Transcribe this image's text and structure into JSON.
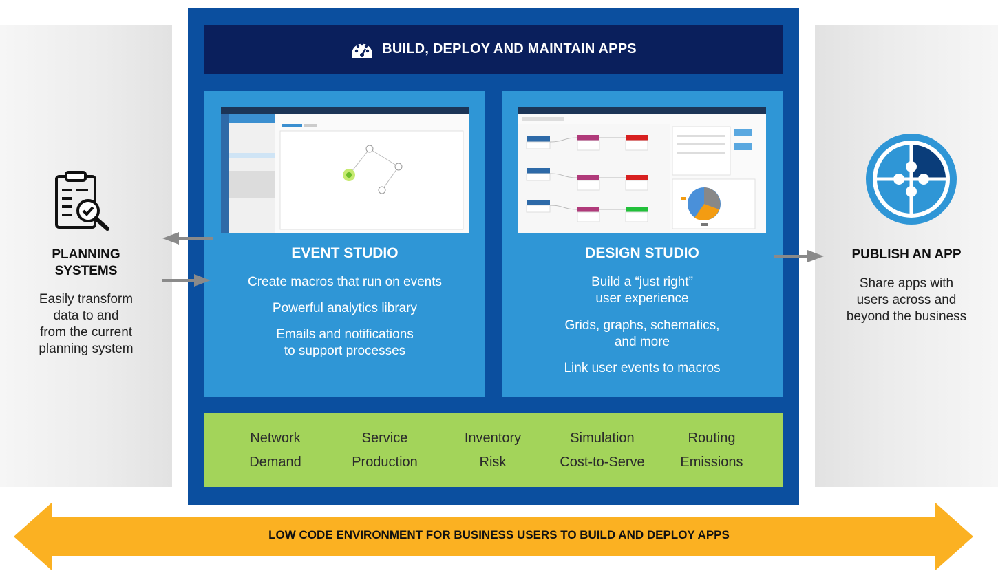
{
  "banner": {
    "title": "BUILD, DEPLOY AND MAINTAIN APPS"
  },
  "left": {
    "title_lines": [
      "PLANNING",
      "SYSTEMS"
    ],
    "desc_lines": [
      "Easily transform",
      "data to and",
      "from the current",
      "planning system"
    ]
  },
  "right": {
    "title": "PUBLISH AN APP",
    "desc_lines": [
      "Share apps with",
      "users across and",
      "beyond the business"
    ]
  },
  "event_studio": {
    "title": "EVENT STUDIO",
    "lines": [
      "Create macros that run on events",
      "Powerful analytics library",
      "Emails and notifications",
      "to support processes"
    ]
  },
  "design_studio": {
    "title": "DESIGN STUDIO",
    "lines": [
      "Build a “just right”",
      "user experience",
      "Grids, graphs, schematics,",
      "and more",
      "Link user events to macros"
    ]
  },
  "capabilities": [
    [
      "Network",
      "Demand"
    ],
    [
      "Service",
      "Production"
    ],
    [
      "Inventory",
      "Risk"
    ],
    [
      "Simulation",
      "Cost-to-Serve"
    ],
    [
      "Routing",
      "Emissions"
    ]
  ],
  "bottom": {
    "label": "LOW CODE ENVIRONMENT FOR BUSINESS USERS TO BUILD AND DEPLOY APPS"
  },
  "colors": {
    "frame": "#0b4f9f",
    "banner": "#0a1f5c",
    "studio": "#2f96d6",
    "green": "#a3d45a",
    "arrow": "#fbb122",
    "connector": "#8a8a8a"
  },
  "icons": {
    "banner": "speedometer-icon",
    "left": "clipboard-search-icon",
    "right": "puzzle-icon"
  }
}
